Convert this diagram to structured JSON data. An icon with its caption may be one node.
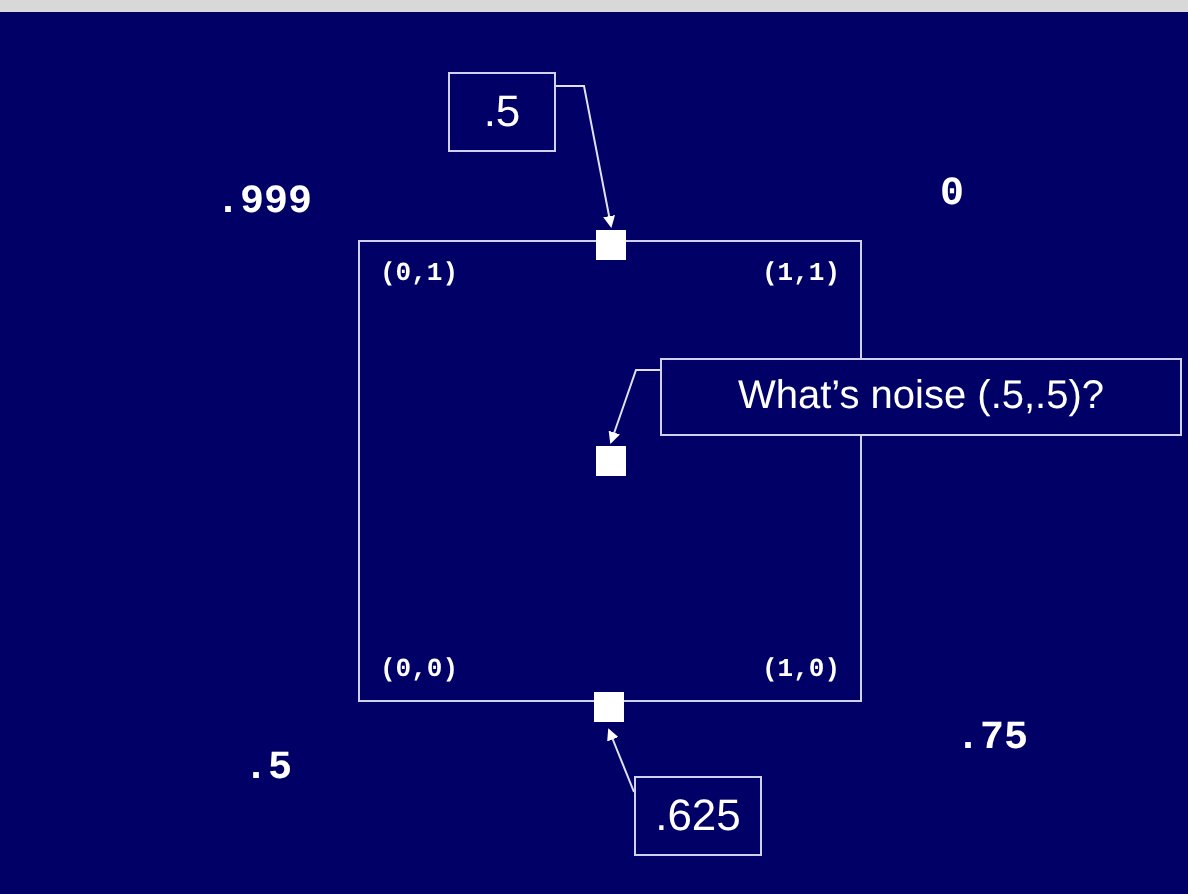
{
  "diagram": {
    "nodes": [
      {
        "text": [
          "(0,1)",
          "(1,1)",
          "(0,0)",
          "(1,0)"
        ]
      },
      {
        "text": [
          ".5"
        ]
      },
      {
        "text": [],
        "shape": "box"
      },
      {
        "text": [
          "What’s noise (.5,.5)?"
        ]
      },
      {
        "text": [],
        "shape": "box",
        "in": 0
      },
      {
        "text": [],
        "shape": "box"
      },
      {
        "text": [
          ".625"
        ]
      }
    ],
    "edges": [
      {
        "from": 1,
        "to": 2,
        "arrow": "to"
      },
      {
        "from": 3,
        "to": 4,
        "arrow": "to"
      },
      {
        "from": 6,
        "to": 5,
        "arrow": "to"
      }
    ],
    "labels": [
      ".999",
      "0",
      ".5",
      ".75"
    ]
  }
}
